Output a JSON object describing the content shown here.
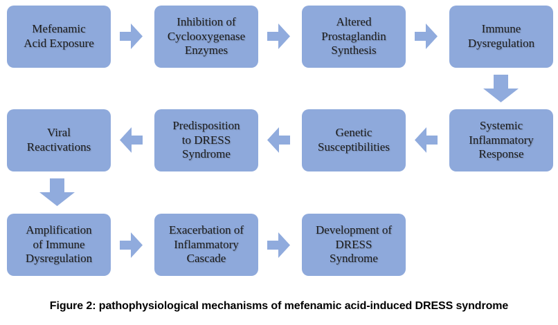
{
  "figure": {
    "caption": "Figure 2: pathophysiological mechanisms of mefenamic acid-induced DRESS syndrome"
  },
  "colors": {
    "background": "#FFFFFF",
    "node_fill": "#8EA9DB",
    "arrow_fill": "#90ABDD",
    "text": "#1B1B1B",
    "caption_text": "#000000"
  },
  "nodes": [
    {
      "id": "mefenamic-acid-exposure",
      "label": "Mefenamic\nAcid Exposure"
    },
    {
      "id": "inhibition-of-cyclooxygenase-enzymes",
      "label": "Inhibition of\nCyclooxygenase\nEnzymes"
    },
    {
      "id": "altered-prostaglandin-synthesis",
      "label": "Altered\nProstaglandin\nSynthesis"
    },
    {
      "id": "immune-dysregulation",
      "label": "Immune\nDysregulation"
    },
    {
      "id": "systemic-inflammatory-response",
      "label": "Systemic\nInflammatory\nResponse"
    },
    {
      "id": "genetic-susceptibilities",
      "label": "Genetic\nSusceptibilities"
    },
    {
      "id": "predisposition-to-dress-syndrome",
      "label": "Predisposition\nto DRESS\nSyndrome"
    },
    {
      "id": "viral-reactivations",
      "label": "Viral\nReactivations"
    },
    {
      "id": "amplification-of-immune-dysregulation",
      "label": "Amplification\nof Immune\nDysregulation"
    },
    {
      "id": "exacerbation-of-inflammatory-cascade",
      "label": "Exacerbation of\nInflammatory\nCascade"
    },
    {
      "id": "development-of-dress-syndrome",
      "label": "Development of\nDRESS\nSyndrome"
    }
  ],
  "flow_order": [
    "mefenamic-acid-exposure",
    "inhibition-of-cyclooxygenase-enzymes",
    "altered-prostaglandin-synthesis",
    "immune-dysregulation",
    "systemic-inflammatory-response",
    "genetic-susceptibilities",
    "predisposition-to-dress-syndrome",
    "viral-reactivations",
    "amplification-of-immune-dysregulation",
    "exacerbation-of-inflammatory-cascade",
    "development-of-dress-syndrome"
  ]
}
